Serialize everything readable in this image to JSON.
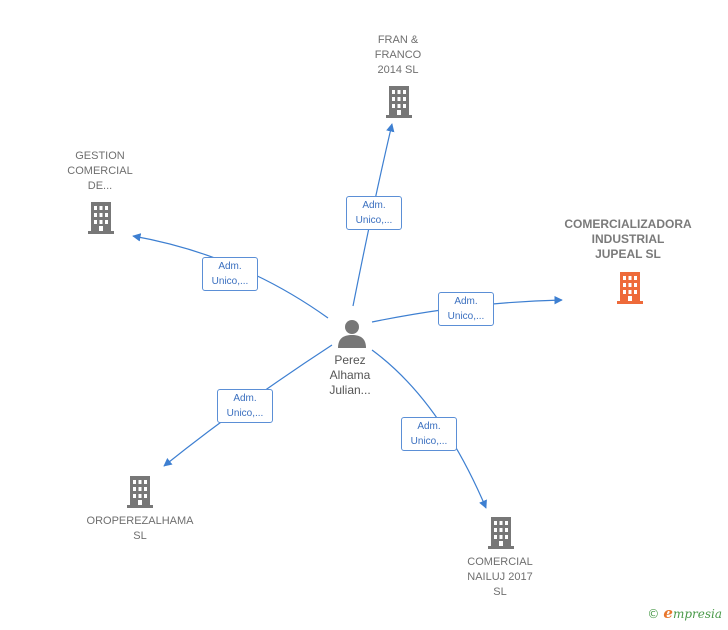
{
  "center": {
    "name_lines": [
      "Perez",
      "Alhama",
      "Julian..."
    ],
    "icon": "person-icon",
    "color": "#777777"
  },
  "companies": [
    {
      "id": "fran-franco",
      "lines": [
        "FRAN &",
        "FRANCO",
        "2014  SL"
      ],
      "highlight": false,
      "icon": "building-icon",
      "color": "#777777"
    },
    {
      "id": "gestion-comercial",
      "lines": [
        "GESTION",
        "COMERCIAL",
        "DE..."
      ],
      "highlight": false,
      "icon": "building-icon",
      "color": "#777777"
    },
    {
      "id": "comercializadora",
      "lines": [
        "COMERCIALIZADORA",
        "INDUSTRIAL",
        "JUPEAL  SL"
      ],
      "highlight": true,
      "icon": "building-icon",
      "color": "#ee6a3a"
    },
    {
      "id": "oroperezalhama",
      "lines": [
        "OROPEREZALHAMA",
        "SL"
      ],
      "highlight": false,
      "icon": "building-icon",
      "color": "#777777"
    },
    {
      "id": "comercial-nailuj",
      "lines": [
        "COMERCIAL",
        "NAILUJ 2017",
        "SL"
      ],
      "highlight": false,
      "icon": "building-icon",
      "color": "#777777"
    }
  ],
  "edges": [
    {
      "to": "fran-franco",
      "label_lines": [
        "Adm.",
        "Unico,..."
      ]
    },
    {
      "to": "gestion-comercial",
      "label_lines": [
        "Adm.",
        "Unico,..."
      ]
    },
    {
      "to": "comercializadora",
      "label_lines": [
        "Adm.",
        "Unico,..."
      ]
    },
    {
      "to": "oroperezalhama",
      "label_lines": [
        "Adm.",
        "Unico,..."
      ]
    },
    {
      "to": "comercial-nailuj",
      "label_lines": [
        "Adm.",
        "Unico,..."
      ]
    }
  ],
  "edge_color": "#3d7fd1",
  "brand": {
    "copyright": "©",
    "initial": "e",
    "rest": "mpresia"
  }
}
